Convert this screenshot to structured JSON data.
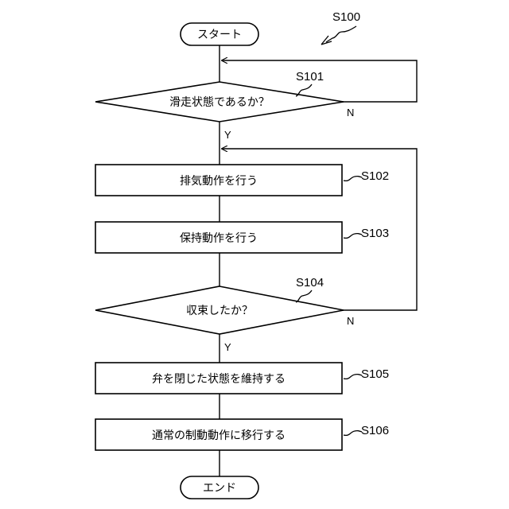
{
  "figure_label": "S100",
  "nodes": {
    "start": {
      "text": "スタート"
    },
    "s101": {
      "label": "S101",
      "text": "滑走状態であるか？",
      "no": "N",
      "yes": "Y"
    },
    "s102": {
      "label": "S102",
      "text": "排気動作を行う"
    },
    "s103": {
      "label": "S103",
      "text": "保持動作を行う"
    },
    "s104": {
      "label": "S104",
      "text": "収束したか？",
      "no": "N",
      "yes": "Y"
    },
    "s105": {
      "label": "S105",
      "text": "弁を閉じた状態を維持する"
    },
    "s106": {
      "label": "S106",
      "text": "通常の制動動作に移行する"
    },
    "end": {
      "text": "エンド"
    }
  }
}
